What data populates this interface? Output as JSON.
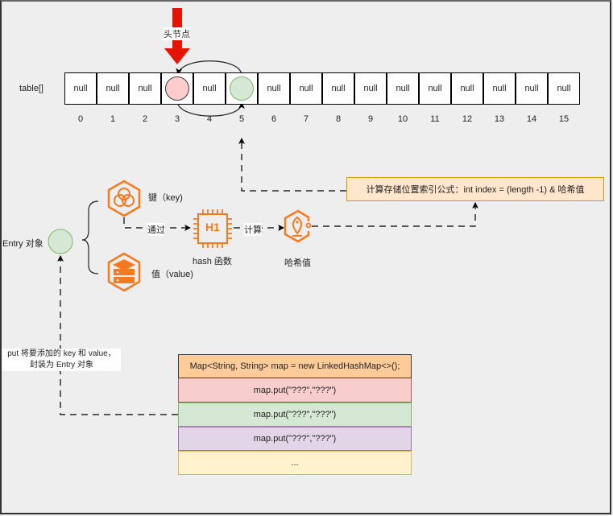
{
  "diagram": {
    "head_label": "头节点",
    "table_label": "table[]",
    "cells": [
      {
        "index": "0",
        "value": "null"
      },
      {
        "index": "1",
        "value": "null"
      },
      {
        "index": "2",
        "value": "null"
      },
      {
        "index": "3",
        "value": "",
        "node": "red"
      },
      {
        "index": "4",
        "value": "null"
      },
      {
        "index": "5",
        "value": "",
        "node": "green"
      },
      {
        "index": "6",
        "value": "null"
      },
      {
        "index": "7",
        "value": "null"
      },
      {
        "index": "8",
        "value": "null"
      },
      {
        "index": "9",
        "value": "null"
      },
      {
        "index": "10",
        "value": "null"
      },
      {
        "index": "11",
        "value": "null"
      },
      {
        "index": "12",
        "value": "null"
      },
      {
        "index": "13",
        "value": "null"
      },
      {
        "index": "14",
        "value": "null"
      },
      {
        "index": "15",
        "value": "null"
      }
    ],
    "formula_box": "计算存储位置索引公式：int index = (length -1) & 哈希值",
    "entry_label": "Entry 对象",
    "key_label": "键（key)",
    "value_label": "值（value)",
    "through_label": "通过",
    "hash_fn_chip": "H1",
    "hash_fn_label": "hash 函数",
    "compute_label": "计算",
    "hash_value_label": "哈希值",
    "put_note_line1": "put 将要添加的 key 和 value，",
    "put_note_line2": "封装为 Entry 对象",
    "code_rows": [
      {
        "text": "Map<String, String> map = new LinkedHashMap<>();",
        "style": "orange"
      },
      {
        "text": "map.put(\"???\",\"???\")",
        "style": "red"
      },
      {
        "text": "map.put(\"???\",\"???\")",
        "style": "green"
      },
      {
        "text": "map.put(\"???\",\"???\")",
        "style": "purple"
      },
      {
        "text": "...",
        "style": "yellow"
      }
    ]
  },
  "colors": {
    "accent_orange": "#f47a1f",
    "head_arrow": "#e51400",
    "node_red": "#ffcccc",
    "node_green": "#d5e8d4",
    "formula_bg": "#ffe6cc",
    "formula_border": "#d79b00"
  }
}
